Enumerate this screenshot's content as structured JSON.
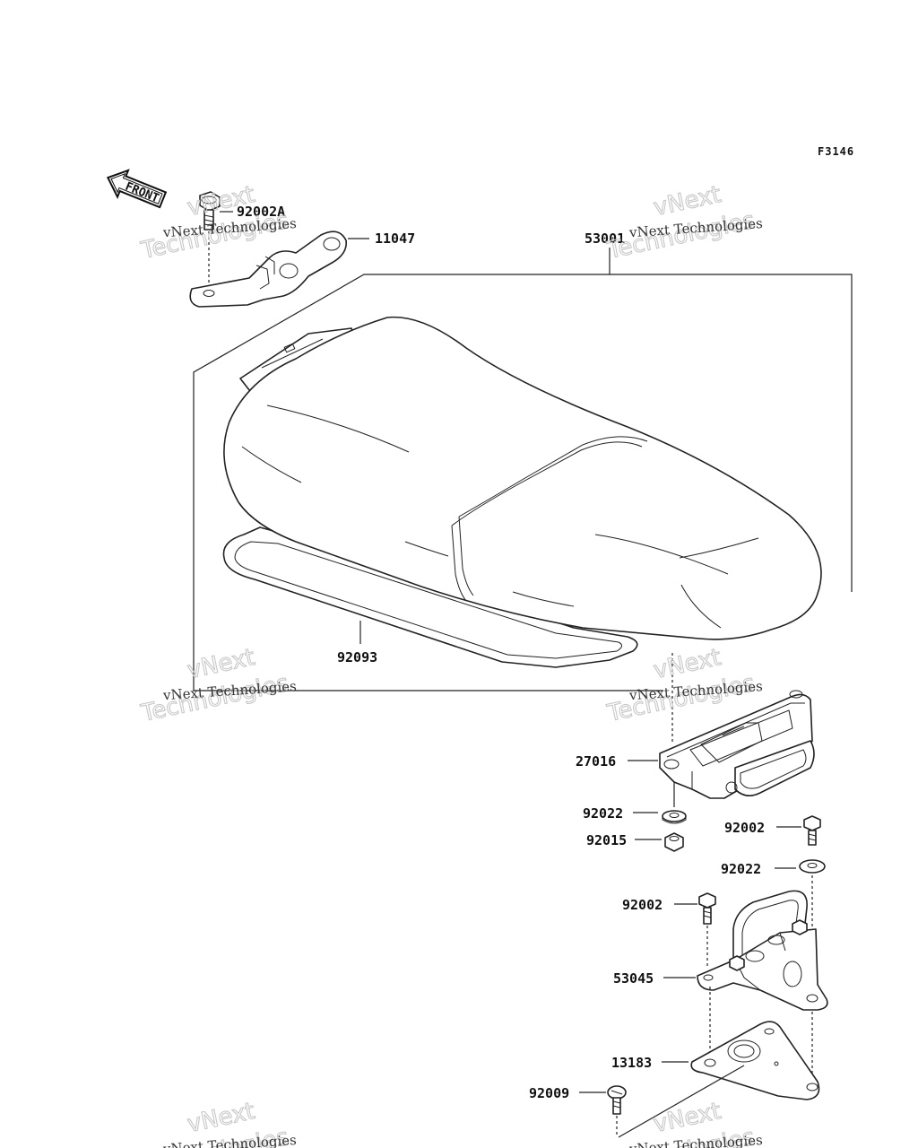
{
  "figure": {
    "code": "F3146",
    "front_label": "FRONT"
  },
  "watermark": {
    "line1": "vNext",
    "line2": "Technologies",
    "line3": "vNext Technologies"
  },
  "parts": [
    {
      "id": "p-92002a",
      "number": "92002A"
    },
    {
      "id": "p-11047",
      "number": "11047"
    },
    {
      "id": "p-53001",
      "number": "53001"
    },
    {
      "id": "p-92093",
      "number": "92093"
    },
    {
      "id": "p-27016",
      "number": "27016"
    },
    {
      "id": "p-92022-a",
      "number": "92022"
    },
    {
      "id": "p-92015",
      "number": "92015"
    },
    {
      "id": "p-92002-a",
      "number": "92002"
    },
    {
      "id": "p-92022-b",
      "number": "92022"
    },
    {
      "id": "p-92002-b",
      "number": "92002"
    },
    {
      "id": "p-53045",
      "number": "53045"
    },
    {
      "id": "p-13183",
      "number": "13183"
    },
    {
      "id": "p-92009",
      "number": "92009"
    }
  ]
}
